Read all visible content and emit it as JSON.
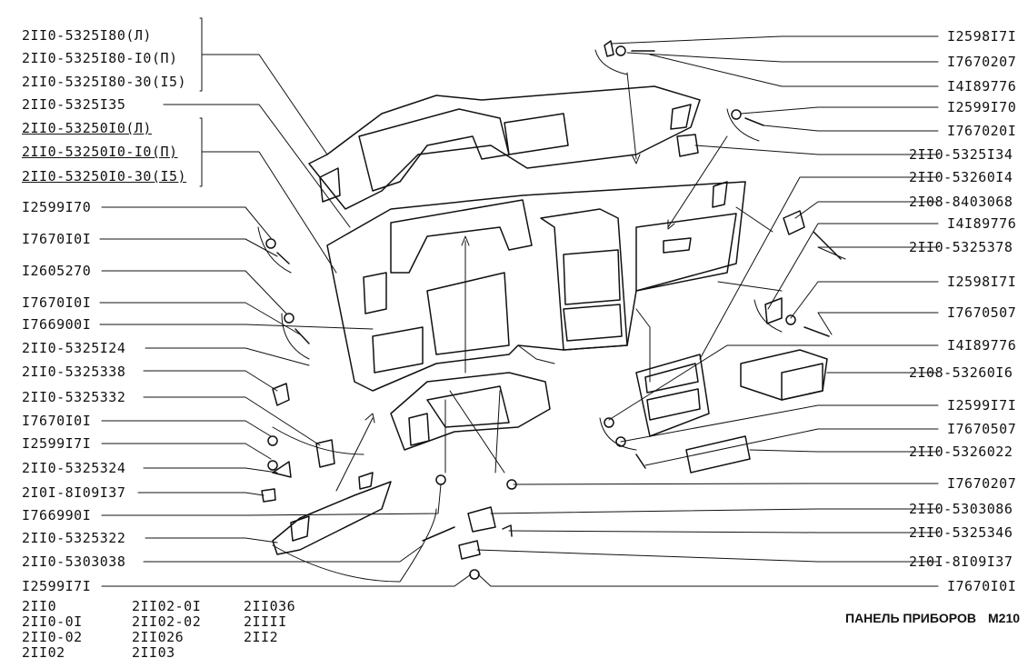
{
  "left_labels": [
    {
      "text": "2II0-5325I80(Л)",
      "underline": false
    },
    {
      "text": "2II0-5325I80-I0(П)",
      "underline": false
    },
    {
      "text": "2II0-5325I80-30(I5)",
      "underline": false
    },
    {
      "text": "2II0-5325I35",
      "underline": false
    },
    {
      "text": "2II0-53250I0(Л)",
      "underline": true
    },
    {
      "text": "2II0-53250I0-I0(П)",
      "underline": true
    },
    {
      "text": "2II0-53250I0-30(I5)",
      "underline": true
    },
    {
      "text": "I2599I70",
      "underline": false
    },
    {
      "text": "I7670I0I",
      "underline": false
    },
    {
      "text": "I2605270",
      "underline": false
    },
    {
      "text": "I7670I0I",
      "underline": false
    },
    {
      "text": "I766900I",
      "underline": false
    },
    {
      "text": "2II0-5325I24",
      "underline": false
    },
    {
      "text": "2II0-5325338",
      "underline": false
    },
    {
      "text": "2II0-5325332",
      "underline": false
    },
    {
      "text": "I7670I0I",
      "underline": false
    },
    {
      "text": "I2599I7I",
      "underline": false
    },
    {
      "text": "2II0-5325324",
      "underline": false
    },
    {
      "text": "2I0I-8I09I37",
      "underline": false
    },
    {
      "text": "I766990I",
      "underline": false
    },
    {
      "text": "2II0-5325322",
      "underline": false
    },
    {
      "text": "2II0-5303038",
      "underline": false
    },
    {
      "text": "I2599I7I",
      "underline": false
    }
  ],
  "right_labels": [
    "I2598I7I",
    "I7670207",
    "I4I89776",
    "I2599I70",
    "I767020I",
    "2II0-5325I34",
    "2II0-53260I4",
    "2I08-8403068",
    "I4I89776",
    "2II0-5325378",
    "I2598I7I",
    "I7670507",
    "I4I89776",
    "2I08-53260I6",
    "I2599I7I",
    "I7670507",
    "2II0-5326022",
    "I7670207",
    "2II0-5303086",
    "2II0-5325346",
    "2I0I-8I09I37",
    "I7670I0I"
  ],
  "models": [
    [
      "2II0",
      "2II0-0I",
      "2II0-02",
      "2II02"
    ],
    [
      "2II02-0I",
      "2II02-02",
      "2II026",
      "2II03"
    ],
    [
      "2II036",
      "2IIII",
      "2II2"
    ]
  ],
  "footer": {
    "title": "ПАНЕЛЬ ПРИБОРОВ",
    "code": "M210"
  }
}
